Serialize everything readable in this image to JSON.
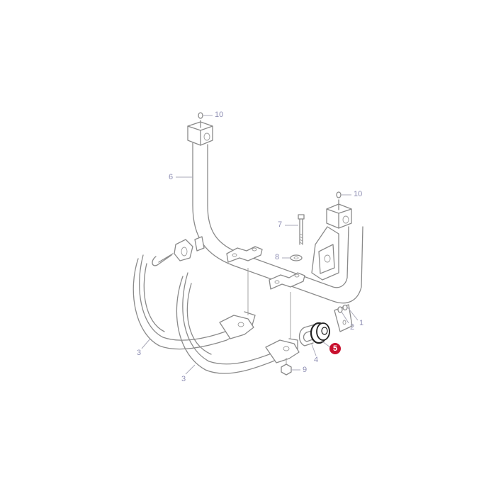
{
  "diagram": {
    "type": "exploded-parts-diagram",
    "subject": "front axle / stabiliser frame with leaf springs and mounting hardware",
    "highlight_color": "#c8102e",
    "line_color": "#8a8a8a",
    "callout_color": "#8f8fb4",
    "callouts": [
      {
        "id": "c10a",
        "label": "10",
        "part": "grease nipple (left block)"
      },
      {
        "id": "c6",
        "label": "6",
        "part": "U-shaped tube frame"
      },
      {
        "id": "c10b",
        "label": "10",
        "part": "grease nipple (right block)"
      },
      {
        "id": "c7",
        "label": "7",
        "part": "bolt"
      },
      {
        "id": "c8",
        "label": "8",
        "part": "washer"
      },
      {
        "id": "c1",
        "label": "1",
        "part": "nut"
      },
      {
        "id": "c2",
        "label": "2",
        "part": "washer"
      },
      {
        "id": "c5",
        "label": "5",
        "part": "rubber bush",
        "highlighted": true
      },
      {
        "id": "c4",
        "label": "4",
        "part": "U-bolt"
      },
      {
        "id": "c9",
        "label": "9",
        "part": "flange nut"
      },
      {
        "id": "c3a",
        "label": "3",
        "part": "leaf spring (rear)"
      },
      {
        "id": "c3b",
        "label": "3",
        "part": "leaf spring (front)"
      }
    ]
  }
}
